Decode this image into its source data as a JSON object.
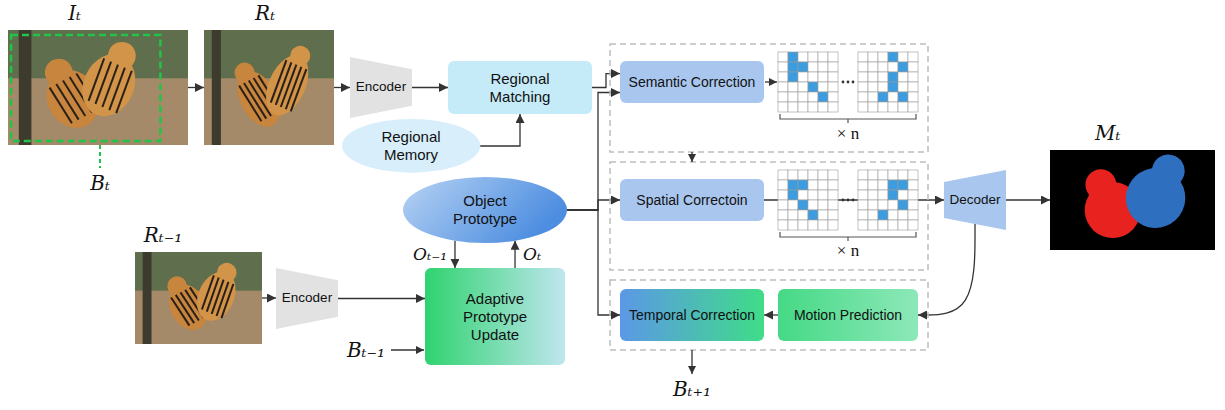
{
  "diagram": {
    "nodes": [
      {
        "text": [
          "Iₜ"
        ]
      },
      {
        "text": [
          "Rₜ"
        ]
      },
      {
        "text": [
          "Encoder"
        ]
      },
      {
        "text": [
          "Regional Matching"
        ]
      },
      {
        "text": [
          "Regional Memory"
        ]
      },
      {
        "text": [
          "Semantic Correction"
        ]
      },
      {
        "text": [
          "Spatial Correctoin"
        ]
      },
      {
        "text": [
          "Object Prototype"
        ]
      },
      {
        "text": [
          "Rₜ₋₁"
        ]
      },
      {
        "text": [
          "Encoder"
        ]
      },
      {
        "text": [
          "Adaptive Prototype Update"
        ]
      },
      {
        "text": [
          "Temporal Correction"
        ]
      },
      {
        "text": [
          "Motion Prediction"
        ]
      },
      {
        "text": [
          "Decoder"
        ]
      },
      {
        "text": [
          "Mₜ"
        ]
      }
    ],
    "edges": [
      {
        "from": 0,
        "to": 1,
        "arrow": "to"
      },
      {
        "from": 1,
        "to": 2,
        "arrow": "to"
      },
      {
        "from": 2,
        "to": 3,
        "arrow": "to"
      },
      {
        "from": 4,
        "to": 3,
        "arrow": "to"
      },
      {
        "from": 3,
        "to": 5,
        "arrow": "to"
      },
      {
        "from": 7,
        "to": 5,
        "arrow": "to"
      },
      {
        "from": 7,
        "to": 6,
        "arrow": "to"
      },
      {
        "from": 7,
        "to": 11,
        "arrow": "to"
      },
      {
        "from": 8,
        "to": 9,
        "arrow": "to"
      },
      {
        "from": 9,
        "to": 10,
        "arrow": "to"
      },
      {
        "from": 7,
        "to": 10,
        "label": "Oₜ₋₁",
        "arrow": "to"
      },
      {
        "from": 10,
        "to": 7,
        "label": "Oₜ",
        "arrow": "to"
      },
      {
        "from": 6,
        "to": 13,
        "arrow": "to"
      },
      {
        "from": 13,
        "to": 14,
        "arrow": "to"
      },
      {
        "from": 13,
        "to": 12,
        "arrow": "to"
      },
      {
        "from": 12,
        "to": 11,
        "arrow": "to"
      }
    ],
    "labels": [
      "Bₜ",
      "× n",
      "× n",
      "Bₜ₋₁",
      "Bₜ₊₁"
    ]
  }
}
